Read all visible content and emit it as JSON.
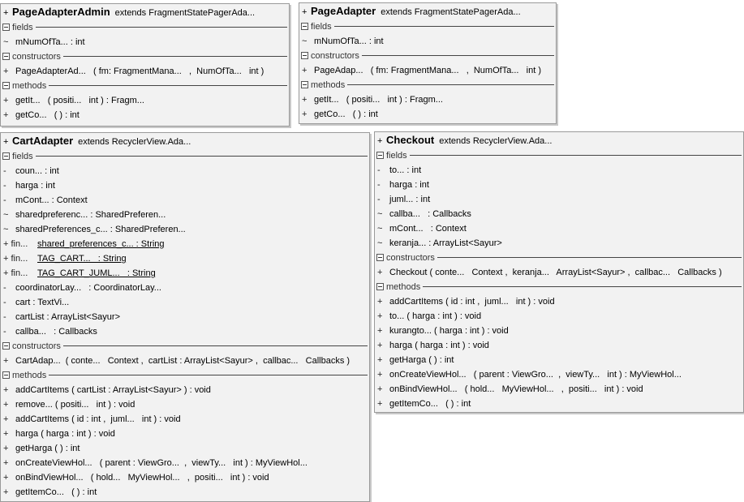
{
  "sections": {
    "fields": "fields",
    "constructors": "constructors",
    "methods": "methods"
  },
  "classes": {
    "pageAdapterAdmin": {
      "vis": "+",
      "name": "PageAdapterAdmin",
      "ext": "extends FragmentStatePagerAda...",
      "fields": [
        {
          "vis": "~",
          "text": "mNumOfTa... : int"
        }
      ],
      "constructors": [
        {
          "vis": "+",
          "text": "PageAdapterAd...   ( fm: FragmentMana...   ,  NumOfTa...   int )"
        }
      ],
      "methods": [
        {
          "vis": "+",
          "text": "getIt...   ( positi...   int ) : Fragm..."
        },
        {
          "vis": "+",
          "text": "getCo...   ( ) : int"
        }
      ]
    },
    "pageAdapter": {
      "vis": "+",
      "name": "PageAdapter",
      "ext": "extends FragmentStatePagerAda...",
      "fields": [
        {
          "vis": "~",
          "text": "mNumOfTa... : int"
        }
      ],
      "constructors": [
        {
          "vis": "+",
          "text": "PageAdap...   ( fm: FragmentMana...   ,  NumOfTa...   int )"
        }
      ],
      "methods": [
        {
          "vis": "+",
          "text": "getIt...   ( positi...   int ) : Fragm..."
        },
        {
          "vis": "+",
          "text": "getCo...   ( ) : int"
        }
      ]
    },
    "cartAdapter": {
      "vis": "+",
      "name": "CartAdapter",
      "ext": "extends RecyclerView.Ada...",
      "fields": [
        {
          "vis": "-",
          "text": "coun... : int"
        },
        {
          "vis": "-",
          "text": "harga : int"
        },
        {
          "vis": "-",
          "text": "mCont... : Context"
        },
        {
          "vis": "~",
          "text": "sharedpreferenc... : SharedPreferen..."
        },
        {
          "vis": "~",
          "text": "sharedPreferences_c... : SharedPreferen..."
        },
        {
          "vis": "+ fin...",
          "text": "shared_preferences_c... : String",
          "static": true
        },
        {
          "vis": "+ fin...",
          "text": "TAG_CART...   : String",
          "static": true
        },
        {
          "vis": "+ fin...",
          "text": "TAG_CART_JUML...   : String",
          "static": true
        },
        {
          "vis": "-",
          "text": "coordinatorLay...   : CoordinatorLay..."
        },
        {
          "vis": "-",
          "text": "cart : TextVi..."
        },
        {
          "vis": "-",
          "text": "cartList : ArrayList<Sayur>"
        },
        {
          "vis": "-",
          "text": "callba...   : Callbacks"
        }
      ],
      "constructors": [
        {
          "vis": "+",
          "text": "CartAdap...  ( conte...   Context ,  cartList : ArrayList<Sayur> ,  callbac...   Callbacks )"
        }
      ],
      "methods": [
        {
          "vis": "+",
          "text": "addCartItems ( cartList : ArrayList<Sayur> ) : void"
        },
        {
          "vis": "+",
          "text": "remove... ( positi...   int ) : void"
        },
        {
          "vis": "+",
          "text": "addCartItems ( id : int ,  juml...   int ) : void"
        },
        {
          "vis": "+",
          "text": "harga ( harga : int ) : void"
        },
        {
          "vis": "+",
          "text": "getHarga ( ) : int"
        },
        {
          "vis": "+",
          "text": "onCreateViewHol...   ( parent : ViewGro...  ,  viewTy...   int ) : MyViewHol..."
        },
        {
          "vis": "+",
          "text": "onBindViewHol...   ( hold...   MyViewHol...   ,  positi...   int ) : void"
        },
        {
          "vis": "+",
          "text": "getItemCo...   ( ) : int"
        }
      ]
    },
    "checkout": {
      "vis": "+",
      "name": "Checkout",
      "ext": "extends RecyclerView.Ada...",
      "fields": [
        {
          "vis": "-",
          "text": "to... : int"
        },
        {
          "vis": "-",
          "text": "harga : int"
        },
        {
          "vis": "-",
          "text": "juml... : int"
        },
        {
          "vis": "~",
          "text": "callba...   : Callbacks"
        },
        {
          "vis": "~",
          "text": "mCont...   : Context"
        },
        {
          "vis": "~",
          "text": "keranja... : ArrayList<Sayur>"
        }
      ],
      "constructors": [
        {
          "vis": "+",
          "text": "Checkout ( conte...   Context ,  keranja...   ArrayList<Sayur> ,  callbac...   Callbacks )"
        }
      ],
      "methods": [
        {
          "vis": "+",
          "text": "addCartItems ( id : int ,  juml...   int ) : void"
        },
        {
          "vis": "+",
          "text": "to... ( harga : int ) : void"
        },
        {
          "vis": "+",
          "text": "kurangto... ( harga : int ) : void"
        },
        {
          "vis": "+",
          "text": "harga ( harga : int ) : void"
        },
        {
          "vis": "+",
          "text": "getHarga ( ) : int"
        },
        {
          "vis": "+",
          "text": "onCreateViewHol...   ( parent : ViewGro...  ,  viewTy...   int ) : MyViewHol..."
        },
        {
          "vis": "+",
          "text": "onBindViewHol...   ( hold...   MyViewHol...   ,  positi...   int ) : void"
        },
        {
          "vis": "+",
          "text": "getItemCo...   ( ) : int"
        }
      ]
    }
  }
}
